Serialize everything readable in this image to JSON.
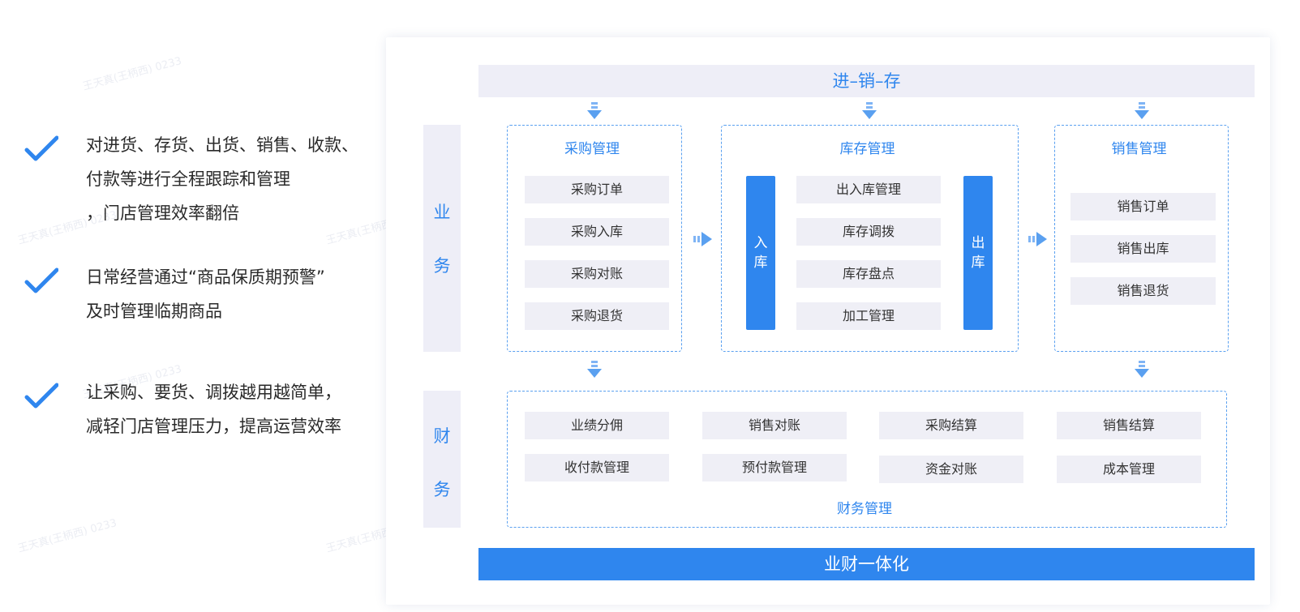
{
  "features": [
    {
      "lines": [
        "对进货、存货、出货、销售、收款、",
        "付款等进行全程跟踪和管理",
        "，门店管理效率翻倍"
      ]
    },
    {
      "lines": [
        "日常经营通过“商品保质期预警”",
        "及时管理临期商品"
      ]
    },
    {
      "lines": [
        "让采购、要货、调拨越用越简单，",
        "减轻门店管理压力，提高运营效率"
      ]
    }
  ],
  "diagram": {
    "top_bar": "进–销–存",
    "bottom_bar": "业财一体化",
    "side_business": [
      "业",
      "务"
    ],
    "side_finance": [
      "财",
      "务"
    ],
    "purchase": {
      "title": "采购管理",
      "items": [
        "采购订单",
        "采购入库",
        "采购对账",
        "采购退货"
      ]
    },
    "inventory": {
      "title": "库存管理",
      "inbound": [
        "入",
        "库"
      ],
      "outbound": [
        "出",
        "库"
      ],
      "items": [
        "出入库管理",
        "库存调拨",
        "库存盘点",
        "加工管理"
      ]
    },
    "sales": {
      "title": "销售管理",
      "items": [
        "销售订单",
        "销售出库",
        "销售退货"
      ]
    },
    "finance": {
      "title": "财务管理",
      "row1": [
        "业绩分佣",
        "销售对账",
        "采购结算",
        "销售结算"
      ],
      "row2": [
        "收付款管理",
        "预付款管理",
        "资金对账",
        "成本管理"
      ]
    }
  },
  "watermark": "王天真(王柄西) 0233",
  "colors": {
    "accent": "#2f86ee",
    "item_bg": "#efeff6",
    "bar_bg": "#eeeef7"
  }
}
